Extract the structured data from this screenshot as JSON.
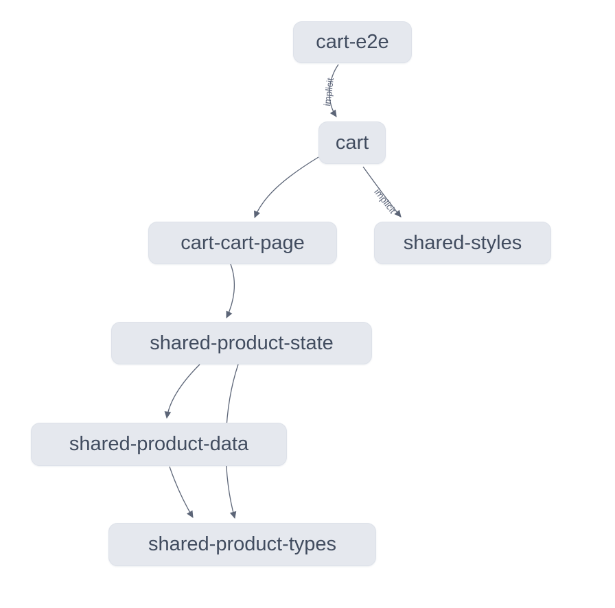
{
  "diagram": {
    "type": "dependency-graph",
    "nodes": [
      {
        "id": "cart-e2e",
        "label": "cart-e2e"
      },
      {
        "id": "cart",
        "label": "cart"
      },
      {
        "id": "cart-cart-page",
        "label": "cart-cart-page"
      },
      {
        "id": "shared-styles",
        "label": "shared-styles"
      },
      {
        "id": "shared-product-state",
        "label": "shared-product-state"
      },
      {
        "id": "shared-product-data",
        "label": "shared-product-data"
      },
      {
        "id": "shared-product-types",
        "label": "shared-product-types"
      }
    ],
    "edges": [
      {
        "from": "cart-e2e",
        "to": "cart",
        "label": "implicit"
      },
      {
        "from": "cart",
        "to": "cart-cart-page",
        "label": ""
      },
      {
        "from": "cart",
        "to": "shared-styles",
        "label": "implicit"
      },
      {
        "from": "cart-cart-page",
        "to": "shared-product-state",
        "label": ""
      },
      {
        "from": "shared-product-state",
        "to": "shared-product-data",
        "label": ""
      },
      {
        "from": "shared-product-state",
        "to": "shared-product-types",
        "label": ""
      },
      {
        "from": "shared-product-data",
        "to": "shared-product-types",
        "label": ""
      }
    ],
    "colors": {
      "background": "#ffffff",
      "node_fill": "#e5e8ee",
      "node_border": "#dde1e9",
      "node_text": "#414c5f",
      "edge_stroke": "#5c6577",
      "edge_label_text": "#5a6378"
    }
  }
}
